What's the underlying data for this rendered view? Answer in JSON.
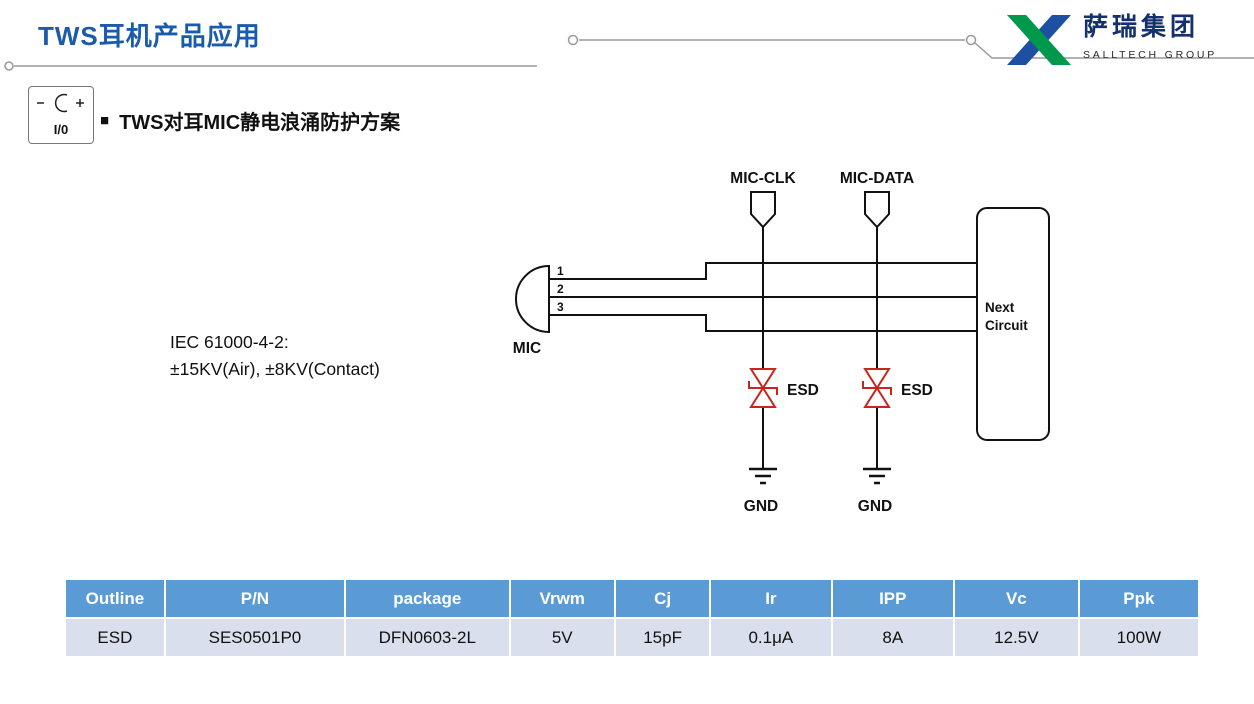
{
  "header": {
    "title": "TWS耳机产品应用",
    "logo": {
      "brand": "萨瑞集团",
      "brand_sub": "SALLTECH GROUP"
    }
  },
  "section": {
    "bullet": "■",
    "title": "TWS对耳MIC静电浪涌防护方案",
    "io_icon": {
      "label": "I/0"
    }
  },
  "diagram": {
    "note": {
      "line1": "IEC 61000-4-2:",
      "line2": "±15KV(Air), ±8KV(Contact)"
    },
    "labels": {
      "mic_clk": "MIC-CLK",
      "mic_data": "MIC-DATA",
      "pin1": "1",
      "pin2": "2",
      "pin3": "3",
      "mic": "MIC",
      "esd_left": "ESD",
      "esd_right": "ESD",
      "gnd_left": "GND",
      "gnd_right": "GND",
      "next_circuit_line1": "Next",
      "next_circuit_line2": "Circuit"
    },
    "colors": {
      "wire": "#111111",
      "esd_device": "#C9251C"
    }
  },
  "spec_table": {
    "header_bg": "#5B9BD5",
    "row_bg": "#D9DFEC",
    "headers": [
      "Outline",
      "P/N",
      "package",
      "Vrwm",
      "Cj",
      "Ir",
      "IPP",
      "Vc",
      "Ppk"
    ],
    "row": [
      "ESD",
      "SES0501P0",
      "DFN0603-2L",
      "5V",
      "15pF",
      "0.1μA",
      "8A",
      "12.5V",
      "100W"
    ]
  }
}
